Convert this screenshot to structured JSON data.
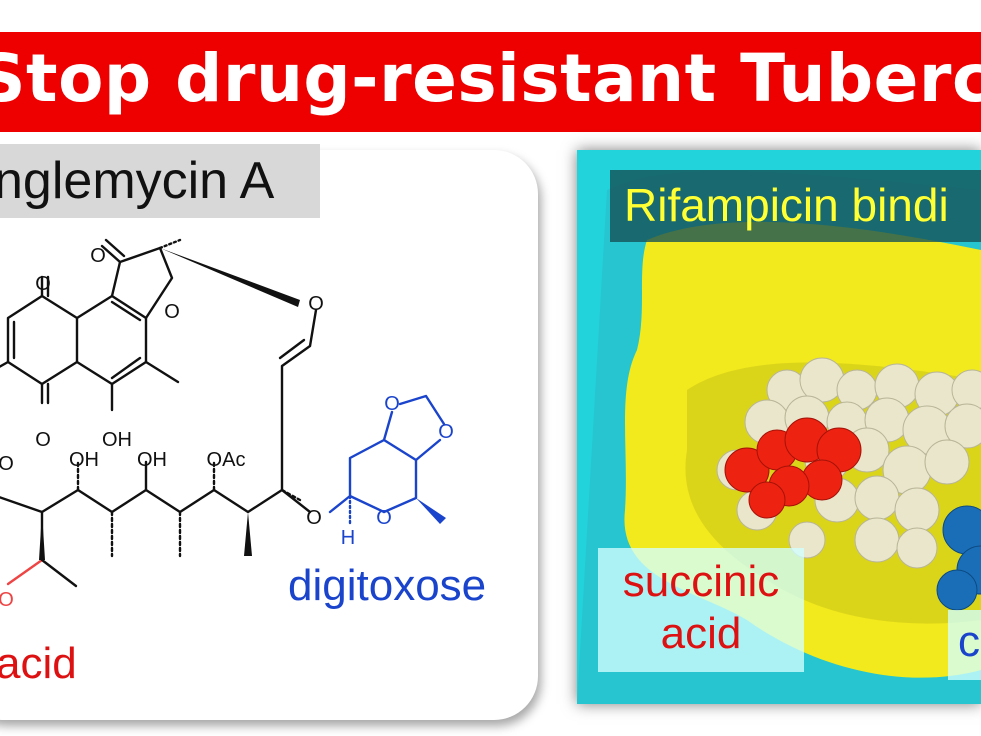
{
  "banner": {
    "text": "Stop drug-resistant Tuberculos"
  },
  "compound": {
    "name": "nglemycin A",
    "atoms": [
      "O",
      "O",
      "O",
      "O",
      "O",
      "OH",
      "OH",
      "OH",
      "OAc",
      "O",
      "O",
      "O",
      "O",
      "H",
      "O",
      "O"
    ],
    "sugar_label": "digitoxose",
    "acid_label": "acid"
  },
  "protein": {
    "site_label": "Rifampicin bindi",
    "succinic_label_line1": "succinic",
    "succinic_label_line2": "acid",
    "partial_label": "c"
  },
  "colors": {
    "banner": "#ee0000",
    "cyan_surface": "#22d3dc",
    "yellow_surface": "#f2ea1c",
    "succinic_red": "#dd1111",
    "digitoxose_blue": "#1a44cc"
  }
}
